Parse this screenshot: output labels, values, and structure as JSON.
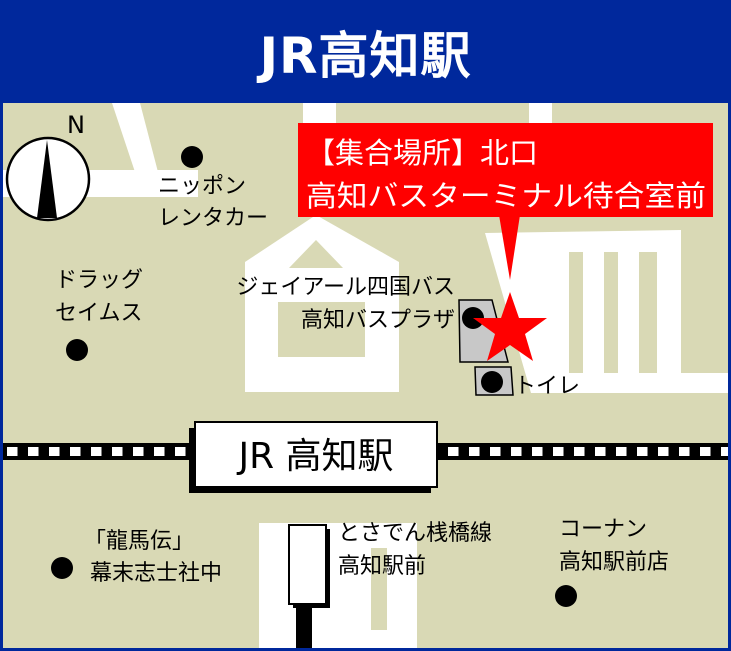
{
  "header": {
    "title": "JR高知駅"
  },
  "colors": {
    "header_blue": "#00289c",
    "map_ground": "#d9d9b5",
    "road": "#ffffff",
    "callout_red": "#ff0000",
    "building_gray": "#c8c8c8"
  },
  "compass": {
    "label": "N",
    "icon": "north-arrow-icon"
  },
  "callout": {
    "line1": "【集合場所】北口",
    "line2": "高知バスターミナル待合室前",
    "marker_icon": "star-icon"
  },
  "station": {
    "label": "JR 高知駅"
  },
  "landmarks": {
    "nippon_rentacar": [
      "ニッポン",
      "レンタカー"
    ],
    "drug_seims": [
      "ドラッグ",
      "セイムス"
    ],
    "bus_plaza": [
      "ジェイアール四国バス",
      "高知バスプラザ"
    ],
    "toilet": "トイレ",
    "ryomaden": [
      "「龍馬伝」",
      "幕末志士社中"
    ],
    "tram_stop": [
      "とさでん桟橋線",
      "高知駅前"
    ],
    "kohnan": [
      "コーナン",
      "高知駅前店"
    ]
  }
}
